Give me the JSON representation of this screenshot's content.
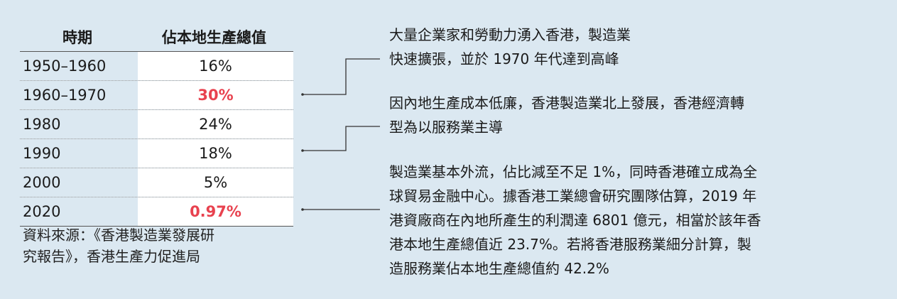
{
  "chart_data": {
    "type": "table",
    "columns": [
      "時期",
      "佔本地生產總值"
    ],
    "rows": [
      {
        "period": "1950–1960",
        "value": "16%",
        "highlight": false
      },
      {
        "period": "1960–1970",
        "value": "30%",
        "highlight": true
      },
      {
        "period": "1980",
        "value": "24%",
        "highlight": false
      },
      {
        "period": "1990",
        "value": "18%",
        "highlight": false
      },
      {
        "period": "2000",
        "value": "5%",
        "highlight": false
      },
      {
        "period": "2020",
        "value": "0.97%",
        "highlight": true
      }
    ],
    "highlight_color": "#e8424f"
  },
  "source": [
    "資料來源：《香港製造業發展研",
    "究報告》，香港生產力促進局"
  ],
  "notes": [
    [
      "大量企業家和勞動力湧入香港，製造業",
      "快速擴張，並於 1970 年代達到高峰"
    ],
    [
      "因內地生產成本低廉，香港製造業北上發展，香港經濟轉",
      "型為以服務業主導"
    ],
    [
      "製造業基本外流，佔比減至不足 1%，同時香港確立成為全",
      "球貿易金融中心。據香港工業總會研究團隊估算，2019 年",
      "港資廠商在內地所產生的利潤達 6801 億元，相當於該年香",
      "港本地生產總值近 23.7%。若將香港服務業細分計算，製",
      "造服務業佔本地生產總值約 42.2%"
    ]
  ]
}
